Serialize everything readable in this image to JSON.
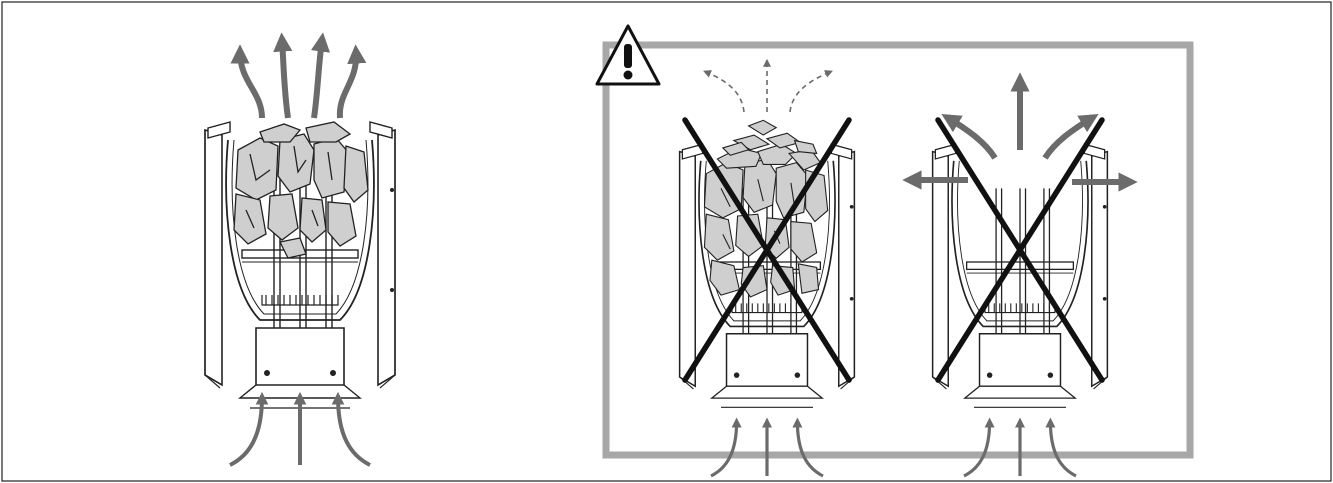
{
  "figure": {
    "panels": [
      {
        "id": "correct",
        "stones": "filled",
        "crossed": false,
        "airflow_out": "strong-upward"
      },
      {
        "id": "overfilled",
        "stones": "overfilled",
        "crossed": true,
        "airflow_out": "weak-dashed"
      },
      {
        "id": "empty",
        "stones": "none",
        "crossed": true,
        "airflow_out": "sideways"
      }
    ],
    "warning_icon": "warning-triangle-icon",
    "colors": {
      "frame": "#222222",
      "arrow": "#6b6b6b",
      "stone": "#c8c8c8",
      "cross": "#111111",
      "warning_box": "#a7a7a7"
    }
  }
}
